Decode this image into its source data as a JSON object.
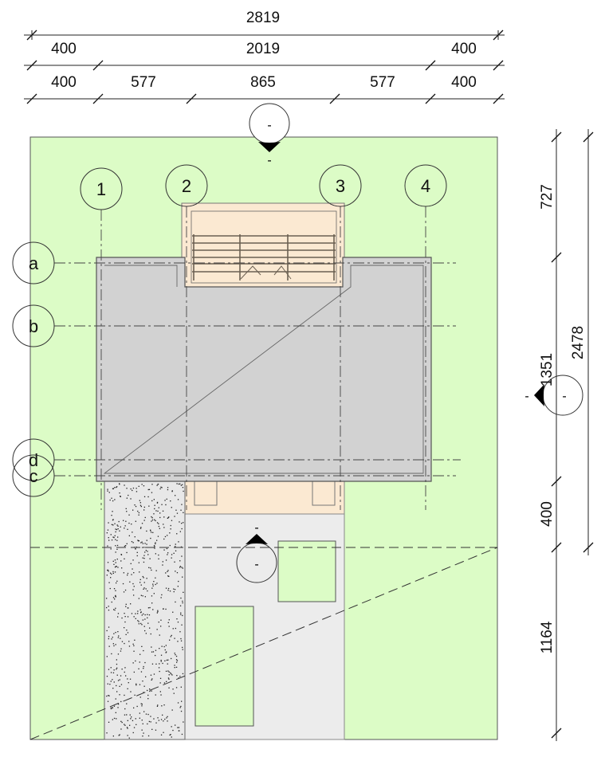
{
  "title": "Site plan",
  "dimensions": {
    "top_total": "2819",
    "top_row2": [
      "400",
      "2019",
      "400"
    ],
    "top_row3": [
      "400",
      "577",
      "865",
      "577",
      "400"
    ],
    "right_outer": [
      "727",
      "400",
      "1164"
    ],
    "right_total": "2478",
    "right_inner": "1351"
  },
  "grid_axes": {
    "vertical": [
      "1",
      "2",
      "3",
      "4"
    ],
    "horizontal": [
      "a",
      "b",
      "d",
      "c"
    ]
  },
  "section_markers": {
    "top": {
      "inside": "-",
      "label": "-"
    },
    "bottom": {
      "inside": "-",
      "label": "-"
    },
    "right": {
      "inside": "-",
      "label": "-"
    }
  },
  "colors": {
    "lawn": "#dcfcc6",
    "roof": "#d2d2d2",
    "paving": "#ececec",
    "terrace": "#fbe9d2",
    "gravel": "#e8e8e8"
  }
}
